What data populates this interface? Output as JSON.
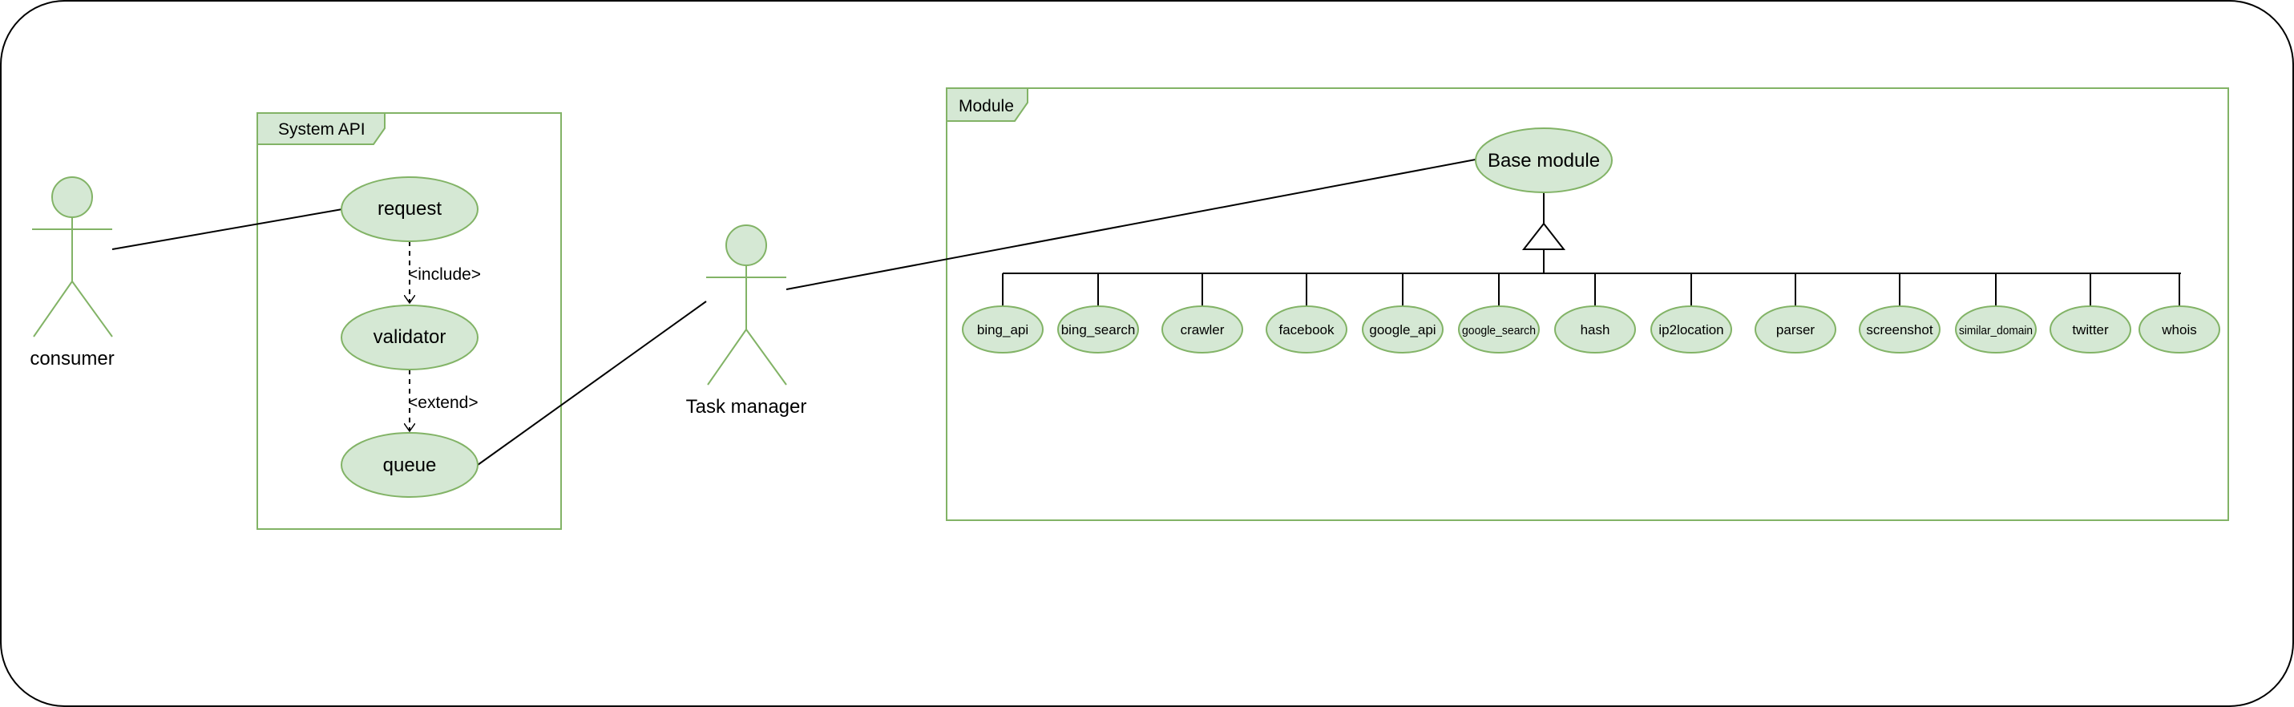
{
  "colors": {
    "fill": "#d5e8d4",
    "stroke": "#82b366",
    "line": "#000000"
  },
  "actors": {
    "consumer": "consumer",
    "task_manager": "Task manager"
  },
  "system_api": {
    "title": "System API",
    "use_cases": {
      "request": "request",
      "validator": "validator",
      "queue": "queue"
    },
    "relations": {
      "include": "<include>",
      "extend": "<extend>"
    }
  },
  "module": {
    "title": "Module",
    "base": "Base module",
    "children": [
      "bing_api",
      "bing_search",
      "crawler",
      "facebook",
      "google_api",
      "google_search",
      "hash",
      "ip2location",
      "parser",
      "screenshot",
      "similar_domain",
      "twitter",
      "whois"
    ]
  }
}
